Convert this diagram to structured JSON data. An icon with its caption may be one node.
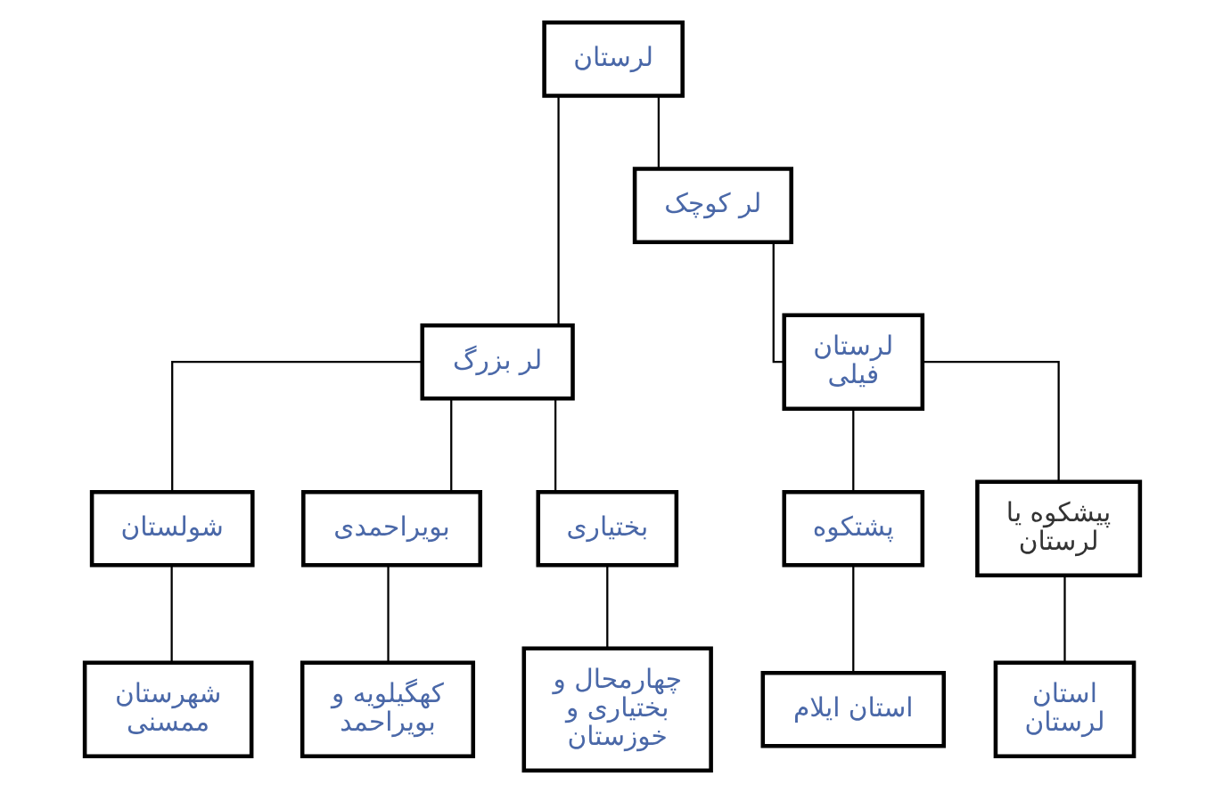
{
  "diagram": {
    "nodes": [
      {
        "text": [
          "لرستان"
        ]
      },
      {
        "text": [
          "لر بزرگ"
        ]
      },
      {
        "text": [
          "لر کوچک"
        ]
      },
      {
        "text": [
          "لرستان فیلی"
        ]
      },
      {
        "text": [
          "شولستان"
        ]
      },
      {
        "text": [
          "بویراحمدی"
        ]
      },
      {
        "text": [
          "بختیاری"
        ]
      },
      {
        "text": [
          "پشتکوه"
        ]
      },
      {
        "text": [
          "پیشکوه یا لرستان"
        ]
      },
      {
        "text": [
          "شهرستان ممسنی"
        ]
      },
      {
        "text": [
          "کهگیلویه و بویراحمد"
        ]
      },
      {
        "text": [
          "چهارمحال و بختیاری و خوزستان"
        ]
      },
      {
        "text": [
          "استان ایلام"
        ]
      },
      {
        "text": [
          "استان لرستان"
        ]
      }
    ],
    "edges": [
      {
        "from": 0,
        "to": 1,
        "arrow": "none"
      },
      {
        "from": 0,
        "to": 2,
        "arrow": "none"
      },
      {
        "from": 2,
        "to": 3,
        "arrow": "none"
      },
      {
        "from": 1,
        "to": 4,
        "arrow": "none"
      },
      {
        "from": 1,
        "to": 5,
        "arrow": "none"
      },
      {
        "from": 1,
        "to": 6,
        "arrow": "none"
      },
      {
        "from": 3,
        "to": 7,
        "arrow": "none"
      },
      {
        "from": 3,
        "to": 8,
        "arrow": "none"
      },
      {
        "from": 4,
        "to": 9,
        "arrow": "none"
      },
      {
        "from": 5,
        "to": 10,
        "arrow": "none"
      },
      {
        "from": 6,
        "to": 11,
        "arrow": "none"
      },
      {
        "from": 7,
        "to": 12,
        "arrow": "none"
      },
      {
        "from": 8,
        "to": 13,
        "arrow": "none"
      }
    ]
  }
}
